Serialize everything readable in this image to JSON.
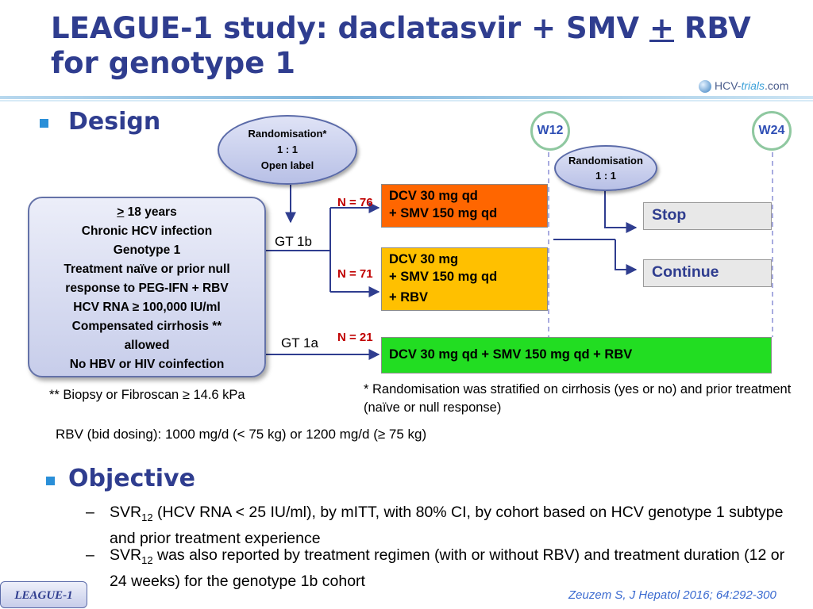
{
  "slide": {
    "title_line1_a": "LEAGUE-1 study: daclatasvir + SMV ",
    "title_plusminus": "+",
    "title_line1_b": " RBV",
    "title_line2": "for genotype 1",
    "logo": {
      "a": "HCV-",
      "b": "trials",
      "c": ".com"
    }
  },
  "design": {
    "heading": "Design",
    "randomisation": [
      "Randomisation*",
      "1 : 1",
      "Open label"
    ],
    "randomisation2": [
      "Randomisation",
      "1 : 1"
    ],
    "w12": "W12",
    "w24": "W24",
    "population": [
      ">",
      " 18 years",
      "Chronic HCV infection",
      "Genotype 1",
      "Treatment naïve or prior null",
      "response to PEG-IFN + RBV",
      "HCV RNA ≥ 100,000 IU/ml",
      "Compensated cirrhosis **",
      "allowed",
      "No HBV or HIV coinfection"
    ],
    "gt1b": "GT 1b",
    "gt1a": "GT 1a",
    "arm1": {
      "n": "N = 76",
      "l1": "DCV 30 mg qd",
      "l2": "+ SMV 150 mg qd",
      "color": "#ff6600"
    },
    "arm2": {
      "n": "N = 71",
      "l1": "DCV 30 mg",
      "l2": "+ SMV 150 mg qd",
      "l3": "+ RBV",
      "color": "#ffc000"
    },
    "arm3": {
      "n": "N = 21",
      "l1": "DCV 30 mg qd + SMV 150 mg qd + RBV",
      "color": "#22dd22"
    },
    "stop": "Stop",
    "continue": "Continue",
    "footnote_biopsy": "** Biopsy or Fibroscan ≥ 14.6 kPa",
    "footnote_rand": "* Randomisation was stratified on cirrhosis (yes or no) and prior treatment (naïve or null response)",
    "rbv_dosing": "RBV (bid dosing): 1000 mg/d (< 75 kg) or 1200 mg/d (≥ 75 kg)"
  },
  "objective": {
    "heading": "Objective",
    "dash": "–",
    "svr": "SVR",
    "sub": "12",
    "item1": " (HCV RNA < 25 IU/ml), by mITT, with 80% CI, by cohort based on HCV genotype 1 subtype and prior treatment experience",
    "item2": " was also reported by treatment regimen (with or without RBV) and treatment duration (12 or 24 weeks) for the genotype 1b cohort"
  },
  "footer": {
    "tag": "LEAGUE-1",
    "reference": "Zeuzem S, J Hepatol 2016; 64:292-300"
  }
}
